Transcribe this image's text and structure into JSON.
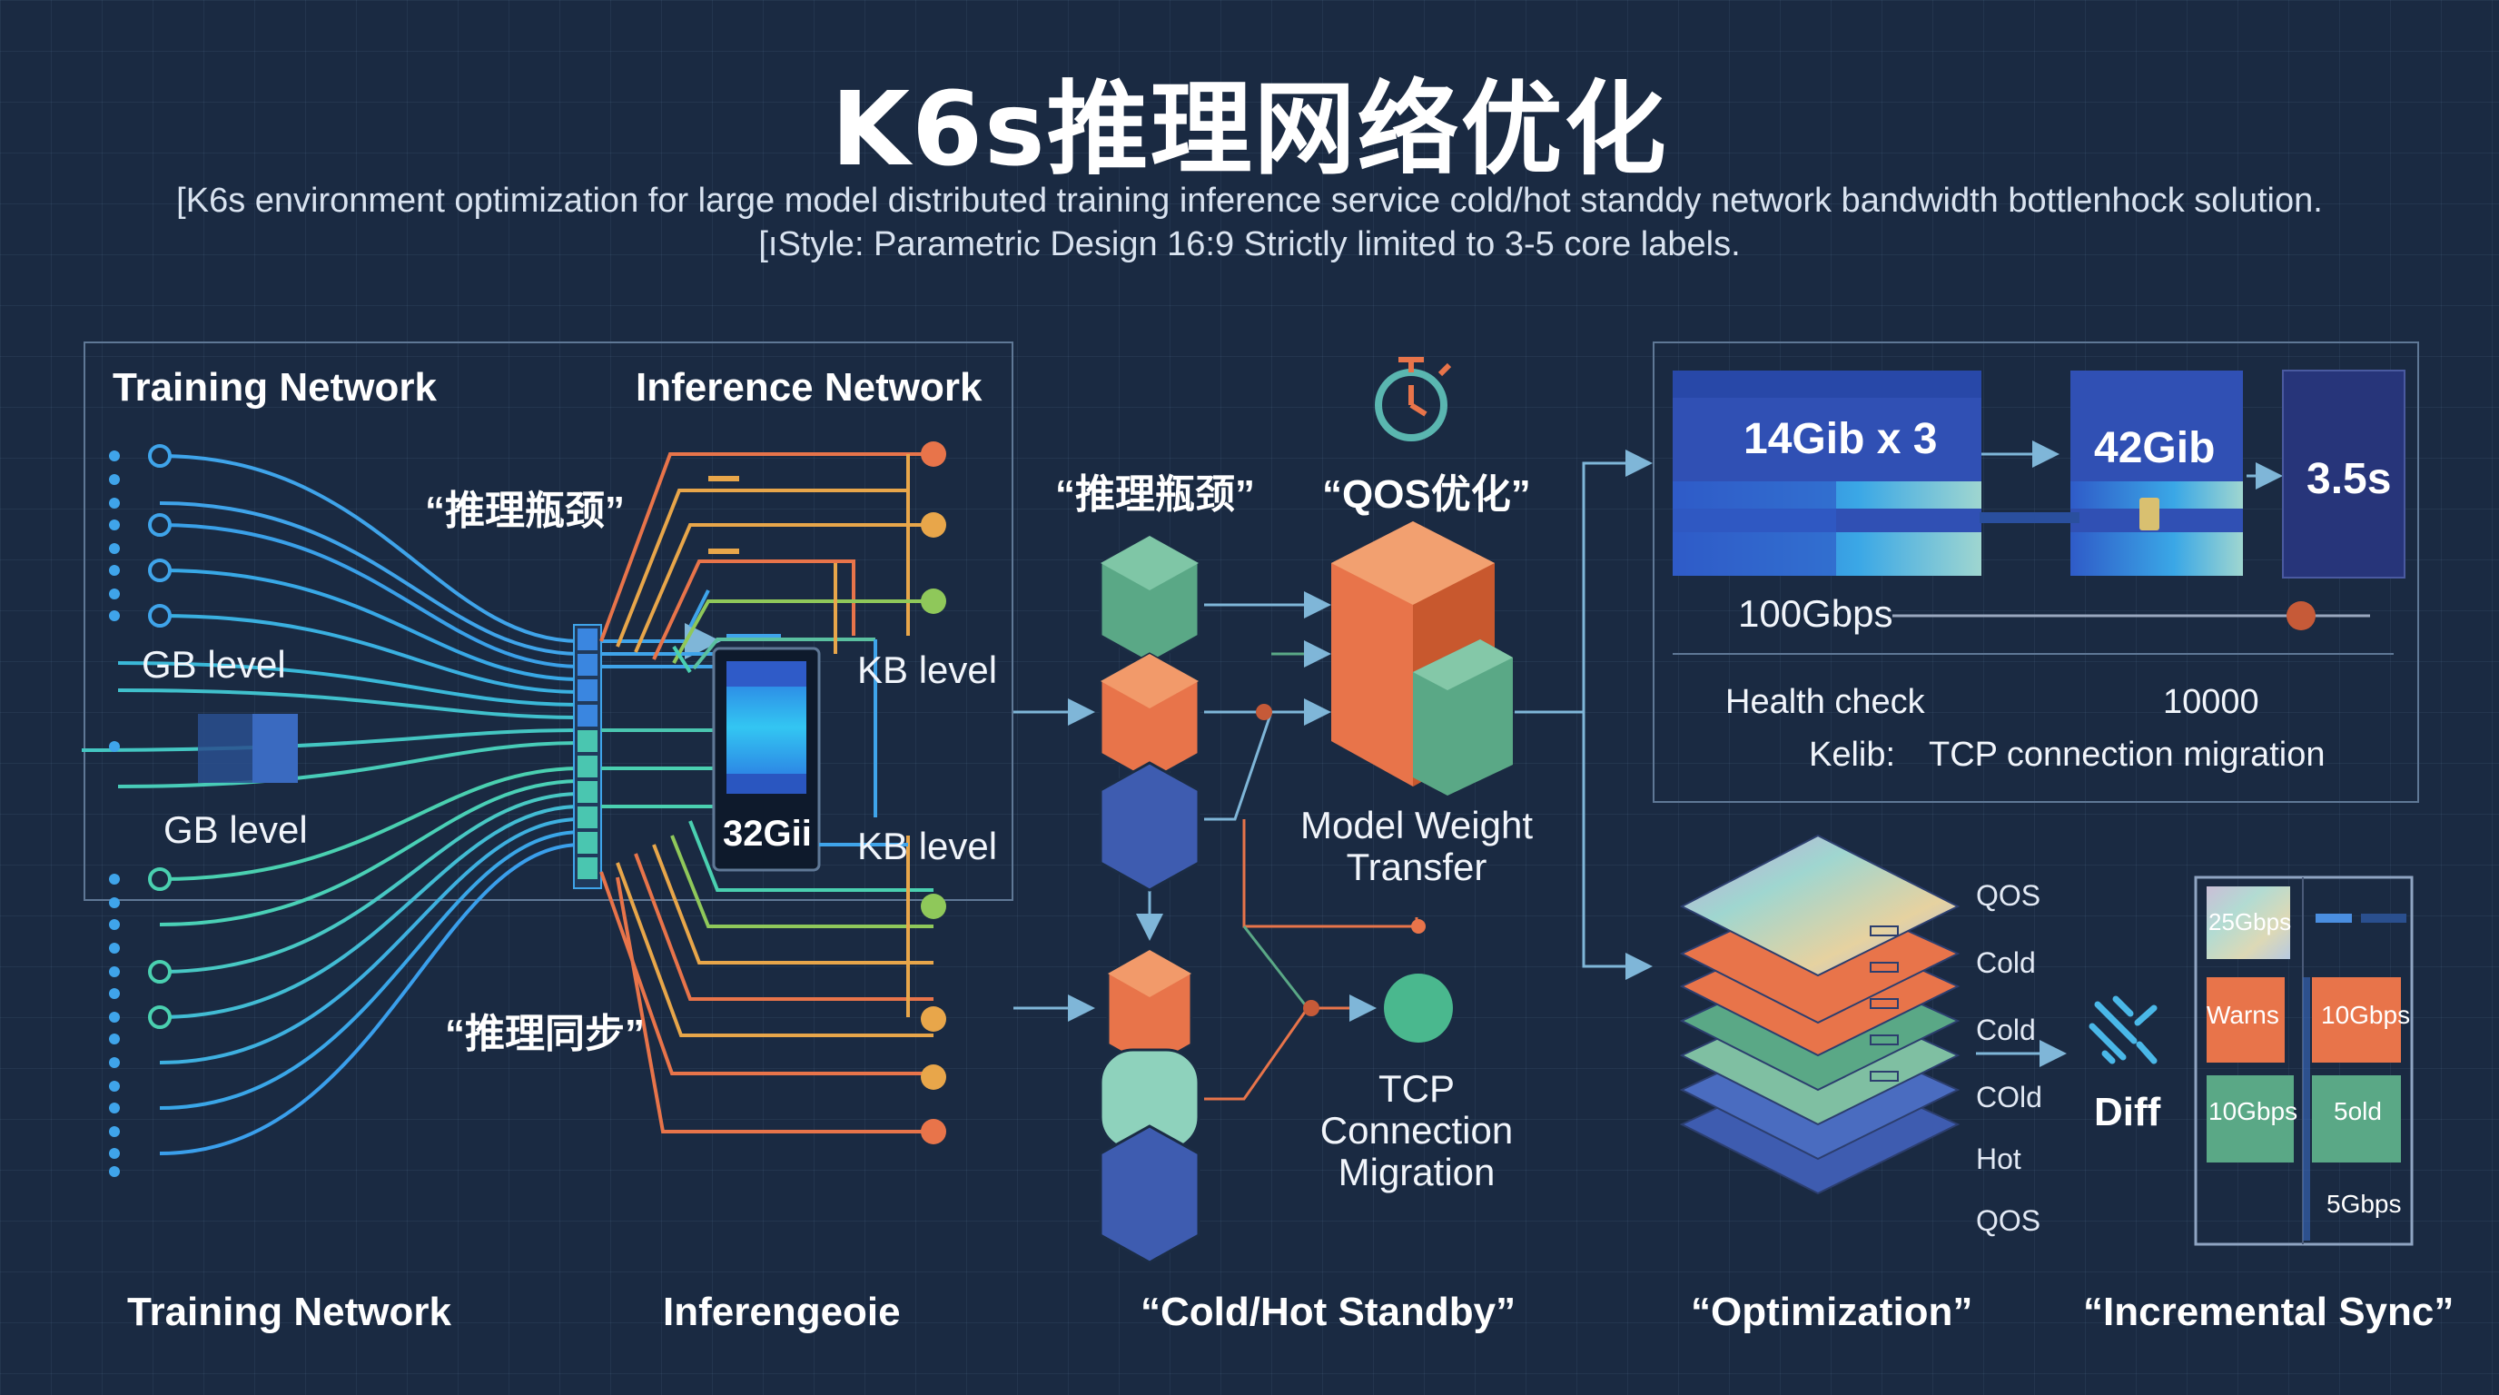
{
  "title": "K6s推理网络优化",
  "subtitle_line1": "[K6s environment optimization for large model distributed training inference service cold/hot standdy network bandwidth bottlenhock solution.",
  "subtitle_line2": "[ıStyle: Parametric Design 16:9 Strictly limited to 3-5 core labels.",
  "left_panel": {
    "training_network": "Training Network",
    "inference_network": "Inference Network",
    "quote_bottleneck": "“推理瓶颈”",
    "quote_sync": "“推理同步”",
    "gb_level_1": "GB level",
    "gb_level_2": "GB level",
    "kb_level_1": "KB level",
    "kb_level_2": "KB level",
    "chip_label": "32Gii"
  },
  "middle": {
    "quote_bottleneck": "“推理瓶颈”",
    "quote_qos": "“QOS优化”",
    "model_weight_transfer": "Model Weight\nTransfer",
    "tcp_migration": "TCP\nConnection\nMigration"
  },
  "right_panel": {
    "box1": "14Gib x 3",
    "box2": "42Gib",
    "box3": "3.5s",
    "bandwidth": "100Gbps",
    "health_check": "Health check",
    "health_value": "10000",
    "kelib": "Kelib:",
    "tcp_conn_migration": "TCP connection migration"
  },
  "layers": {
    "labels": [
      "QOS",
      "Cold",
      "Cold",
      "COld",
      "Hot",
      "QOS"
    ],
    "colors": [
      "#b6c6dd",
      "#e8744a",
      "#e8744a",
      "#5aa886",
      "#7fbfa2",
      "#3e5cb0"
    ]
  },
  "diff_label": "Diff",
  "sync_grid": {
    "cells": [
      "25Gbps",
      "",
      "Warns",
      "10Gbps",
      "10Gbps",
      "5old",
      "",
      "5Gbps"
    ]
  },
  "bottom_labels": {
    "training_network": "Training Network",
    "inference": "Inferengeoie",
    "cold_hot": "“Cold/Hot Standby”",
    "optimization": "“Optimization”",
    "incremental": "“Incremental Sync”"
  },
  "colors": {
    "background": "#1a2a42",
    "blue_line": "#3fa4ea",
    "teal_line": "#4fd0b8",
    "orange": "#e8744a",
    "green": "#5aa886",
    "indigo": "#3e5cb0"
  }
}
